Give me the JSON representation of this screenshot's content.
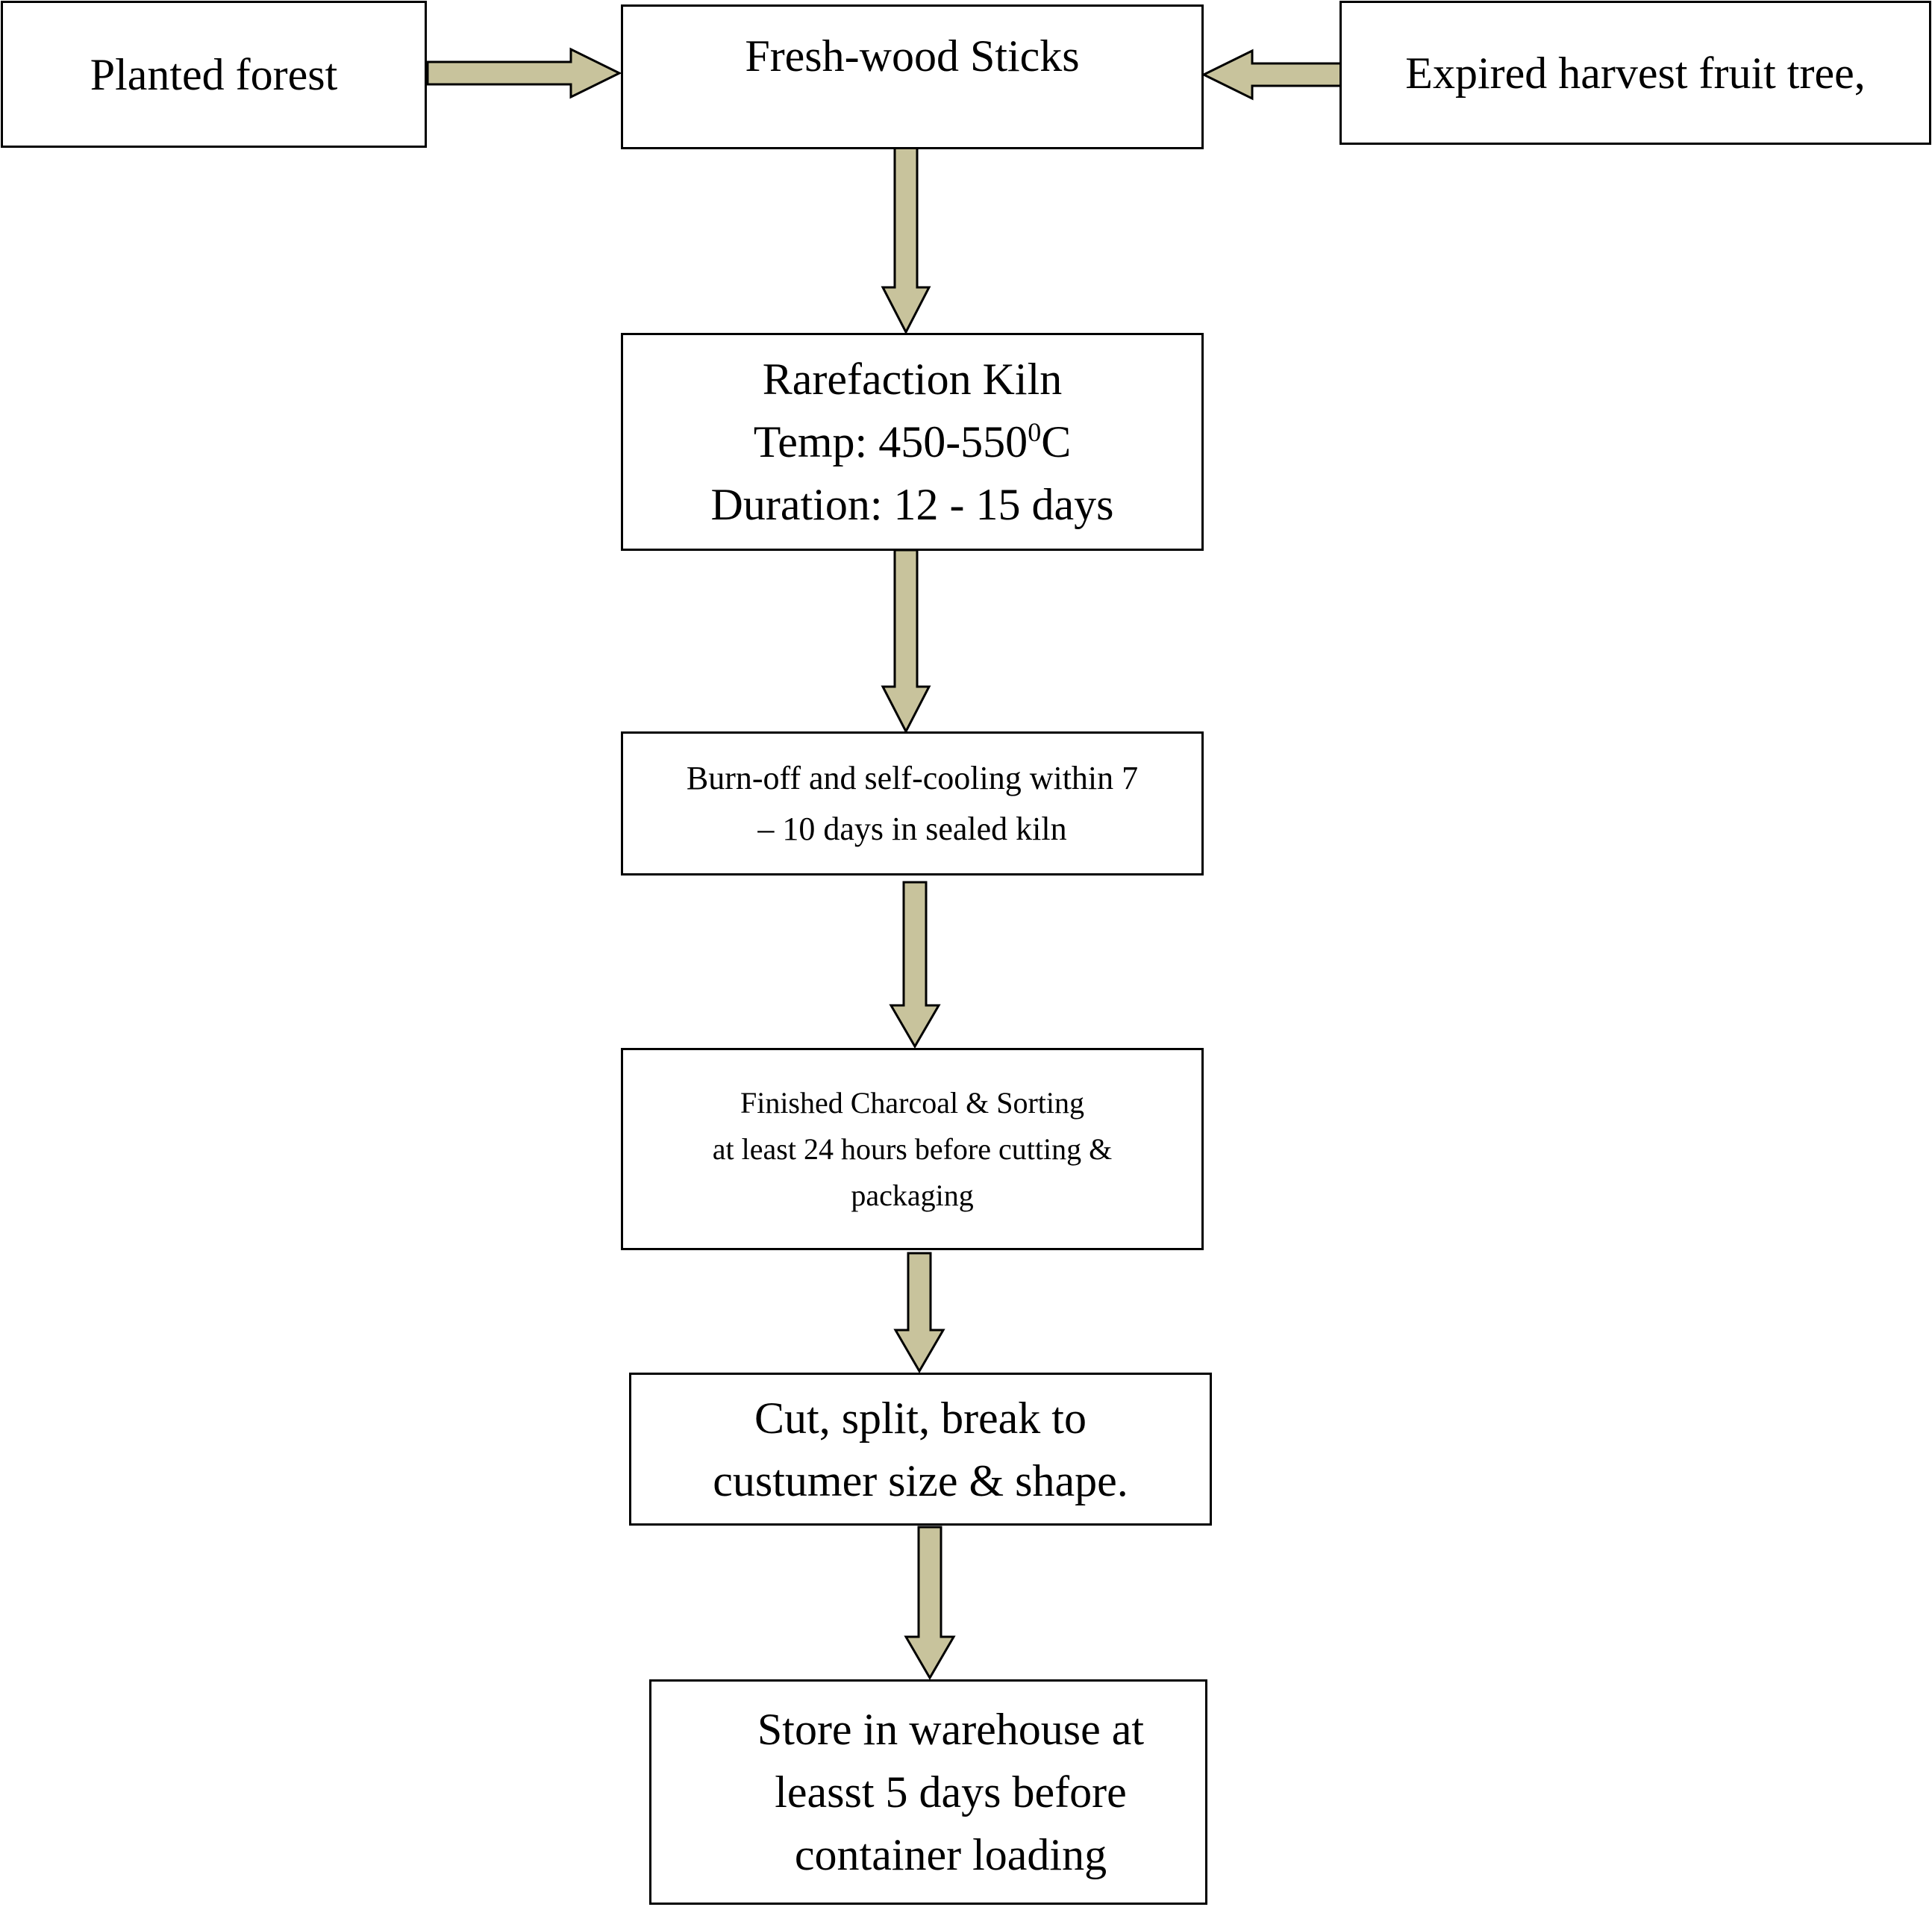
{
  "colors": {
    "arrow_fill": "#c8c39c",
    "arrow_stroke": "#000000",
    "box_border": "#000000"
  },
  "nodes": {
    "planted_forest": {
      "lines": [
        "Planted forest"
      ]
    },
    "fresh_wood": {
      "lines": [
        "Fresh-wood Sticks"
      ]
    },
    "expired_harvest": {
      "lines": [
        "Expired harvest fruit tree,"
      ]
    },
    "kiln": {
      "line1": "Rarefaction Kiln",
      "temp_prefix": "Temp: 450-550",
      "temp_sup": "0",
      "temp_suffix": "C",
      "line3": "Duration: 12 - 15 days"
    },
    "burn_off": {
      "lines": [
        "Burn-off and self-cooling within 7",
        "– 10 days in sealed kiln"
      ]
    },
    "finished": {
      "lines": [
        "Finished Charcoal & Sorting",
        "at least 24 hours before cutting &",
        "packaging"
      ]
    },
    "cut": {
      "lines": [
        "Cut, split, break to",
        "custumer size & shape."
      ]
    },
    "store": {
      "lines": [
        "Store in warehouse at",
        "leasst 5 days before",
        "container loading"
      ]
    }
  },
  "edges": [
    {
      "from": "planted_forest",
      "to": "fresh_wood"
    },
    {
      "from": "expired_harvest",
      "to": "fresh_wood"
    },
    {
      "from": "fresh_wood",
      "to": "kiln"
    },
    {
      "from": "kiln",
      "to": "burn_off"
    },
    {
      "from": "burn_off",
      "to": "finished"
    },
    {
      "from": "finished",
      "to": "cut"
    },
    {
      "from": "cut",
      "to": "store"
    }
  ]
}
